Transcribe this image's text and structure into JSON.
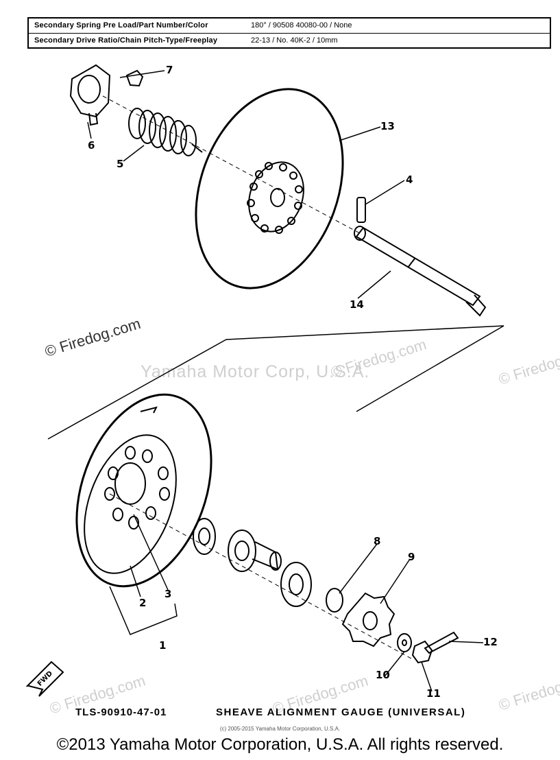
{
  "spec_table": {
    "rows": [
      {
        "label": "Secondary Spring Pre Load/Part Number/Color",
        "value": "180° / 90508 40080-00 / None"
      },
      {
        "label": "Secondary Drive Ratio/Chain Pitch-Type/Freeplay",
        "value": "22-13 / No. 40K-2 / 10mm"
      }
    ]
  },
  "callouts": [
    "1",
    "2",
    "3",
    "4",
    "5",
    "6",
    "7",
    "8",
    "9",
    "10",
    "11",
    "12",
    "13",
    "14"
  ],
  "fwd_label": "FWD",
  "watermarks": {
    "main": "Yamaha Motor Corp, U.S.A.",
    "firedog": "© Firedog.com"
  },
  "tool": {
    "code": "TLS-90910-47-01",
    "name": "SHEAVE ALIGNMENT GAUGE (UNIVERSAL)"
  },
  "small_copyright": "(c) 2005-2015 Yamaha Motor Corporation, U.S.A.",
  "footer_copyright": "©2013 Yamaha Motor Corporation, U.S.A. All rights reserved.",
  "icons": [
    "fwd-arrow-icon"
  ]
}
